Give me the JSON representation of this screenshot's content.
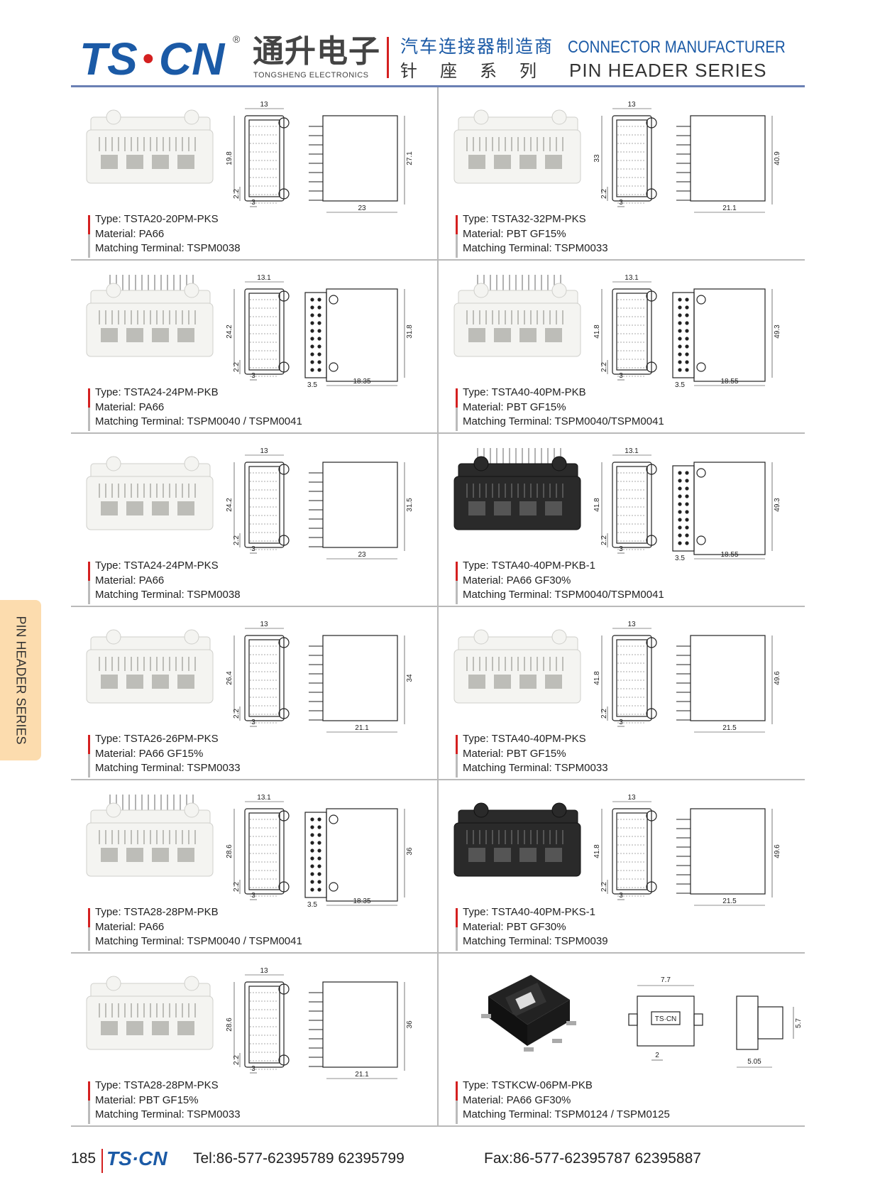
{
  "header": {
    "logo": "TS·CN",
    "logo_a": "TS",
    "logo_b": "CN",
    "reg": "®",
    "company_cn": "通升电子",
    "company_en": "TONGSHENG ELECTRONICS",
    "tag_cn": "汽车连接器制造商",
    "tag_en": "CONNECTOR MANUFACTURER",
    "series_cn": [
      "针",
      "座",
      "系",
      "列"
    ],
    "series_en": "PIN HEADER SERIES"
  },
  "side_tab": "PIN HEADER SERIES",
  "colors": {
    "brand": "#1b5aa6",
    "accent": "#d42020",
    "tab": "#fcdcae"
  },
  "products": [
    {
      "type": "Type: TSTA20-20PM-PKS",
      "material": "Material: PA66",
      "terminal": "Matching Terminal: TSPM0038",
      "color": "white",
      "style": "s",
      "dims": {
        "w": "13",
        "h": "19.8",
        "p": "2.2",
        "b": "3",
        "H": "27.1",
        "D": "23"
      }
    },
    {
      "type": "Type: TSTA32-32PM-PKS",
      "material": "Material: PBT GF15%",
      "terminal": "Matching Terminal: TSPM0033",
      "color": "white",
      "style": "s",
      "dims": {
        "w": "13",
        "h": "33",
        "p": "2.2",
        "b": "3",
        "H": "40.9",
        "D": "21.1"
      }
    },
    {
      "type": "Type: TSTA24-24PM-PKB",
      "material": "Material: PA66",
      "terminal": "Matching Terminal: TSPM0040 / TSPM0041",
      "color": "white",
      "style": "b",
      "dims": {
        "w": "13.1",
        "h": "24.2",
        "p": "2.2",
        "b": "3",
        "H": "31.8",
        "o": "3.5",
        "D": "18.35"
      }
    },
    {
      "type": "Type: TSTA40-40PM-PKB",
      "material": "Material: PBT GF15%",
      "terminal": "Matching Terminal: TSPM0040/TSPM0041",
      "color": "white",
      "style": "b",
      "dims": {
        "w": "13.1",
        "h": "41.8",
        "p": "2.2",
        "b": "3",
        "H": "49.3",
        "o": "3.5",
        "D": "18.55"
      }
    },
    {
      "type": "Type: TSTA24-24PM-PKS",
      "material": "Material: PA66",
      "terminal": "Matching Terminal: TSPM0038",
      "color": "white",
      "style": "s",
      "dims": {
        "w": "13",
        "h": "24.2",
        "p": "2.2",
        "b": "3",
        "H": "31.5",
        "D": "23"
      }
    },
    {
      "type": "Type: TSTA40-40PM-PKB-1",
      "material": "Material: PA66 GF30%",
      "terminal": "Matching Terminal: TSPM0040/TSPM0041",
      "color": "black",
      "style": "b",
      "dims": {
        "w": "13.1",
        "h": "41.8",
        "p": "2.2",
        "b": "3",
        "H": "49.3",
        "o": "3.5",
        "D": "18.55"
      }
    },
    {
      "type": "Type: TSTA26-26PM-PKS",
      "material": "Material: PA66 GF15%",
      "terminal": "Matching Terminal: TSPM0033",
      "color": "white",
      "style": "s",
      "dims": {
        "w": "13",
        "h": "26.4",
        "p": "2.2",
        "b": "3",
        "H": "34",
        "D": "21.1"
      }
    },
    {
      "type": "Type: TSTA40-40PM-PKS",
      "material": "Material: PBT GF15%",
      "terminal": "Matching Terminal: TSPM0033",
      "color": "white",
      "style": "s",
      "dims": {
        "w": "13",
        "h": "41.8",
        "p": "2.2",
        "b": "3",
        "H": "49.6",
        "D": "21.5"
      }
    },
    {
      "type": "Type: TSTA28-28PM-PKB",
      "material": "Material: PA66",
      "terminal": "Matching Terminal: TSPM0040 / TSPM0041",
      "color": "white",
      "style": "b",
      "dims": {
        "w": "13.1",
        "h": "28.6",
        "p": "2.2",
        "b": "3",
        "H": "36",
        "o": "3.5",
        "D": "18.35"
      }
    },
    {
      "type": "Type: TSTA40-40PM-PKS-1",
      "material": "Material: PBT GF30%",
      "terminal": "Matching Terminal: TSPM0039",
      "color": "black",
      "style": "s",
      "dims": {
        "w": "13",
        "h": "41.8",
        "p": "2.2",
        "b": "3",
        "H": "49.6",
        "D": "21.5"
      }
    },
    {
      "type": "Type: TSTA28-28PM-PKS",
      "material": "Material: PBT GF15%",
      "terminal": "Matching Terminal: TSPM0033",
      "color": "white",
      "style": "s",
      "dims": {
        "w": "13",
        "h": "28.6",
        "p": "2.2",
        "b": "3",
        "H": "36",
        "D": "21.1"
      }
    },
    {
      "type": "Type: TSTKCW-06PM-PKB",
      "material": "Material: PA66 GF30%",
      "terminal": "Matching Terminal: TSPM0124 / TSPM0125",
      "color": "black",
      "style": "k",
      "dims": {
        "w": "7.7",
        "b": "2",
        "H": "5.7",
        "D": "5.05",
        "mark": "TS·CN"
      }
    }
  ],
  "footer": {
    "page": "185",
    "logo": "TS·CN",
    "tel": "Tel:86-577-62395789   62395799",
    "fax": "Fax:86-577-62395787   62395887"
  }
}
